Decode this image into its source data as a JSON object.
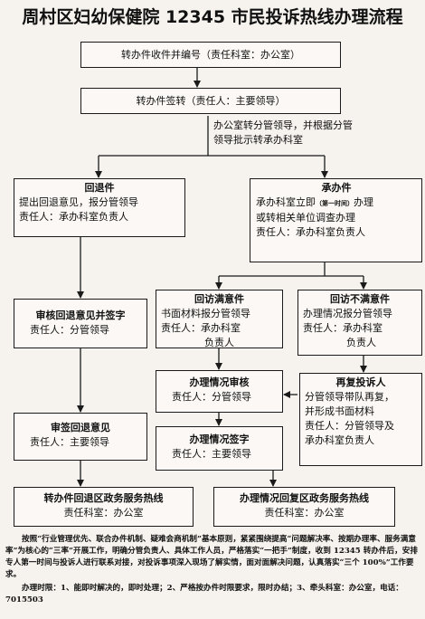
{
  "title": "周村区妇幼保健院 12345 市民投诉热线办理流程",
  "steps": {
    "receive": "转办件收件并编号（责任科室：办公室）",
    "sign": "转办件签转（责任人：主要领导）",
    "forward": [
      "办公室转分管领导，并根据分管",
      "领导批示转承办科室"
    ],
    "return_item": {
      "heading": "回退件",
      "lines": [
        "提出回退意见，报分管领导",
        "责任人：承办科室负责人"
      ]
    },
    "handle_item": {
      "heading": "承办件",
      "line1_pre": "承办科室立即",
      "line1_small": "（第一时间）",
      "line1_post": "办理",
      "lines": [
        "或转相关单位调查办理",
        "责任人：承办科室负责人"
      ]
    },
    "review_return": {
      "heading": "审核回退意见并签字",
      "line": "责任人：分管领导"
    },
    "satisfied": {
      "heading": "回访满意件",
      "lines": [
        "书面材料报分管领导",
        "责任人：承办科室",
        "负责人"
      ]
    },
    "unsatisfied": {
      "heading": "回访不满意件",
      "lines": [
        "办理情况报分管领导",
        "责任人：承办科室",
        "负责人"
      ]
    },
    "handle_review": {
      "heading": "办理情况审核",
      "line": "责任人：分管领导"
    },
    "revisit": {
      "heading": "再复投诉人",
      "lines": [
        "分管领导带队再复，",
        "并形成书面材料",
        "责任人：分管领导及",
        "承办科室负责人"
      ]
    },
    "cosign_return": {
      "heading": "审签回退意见",
      "line": "责任人：主要领导"
    },
    "handle_sign": {
      "heading": "办理情况签字",
      "line": "责任人：主要领导"
    },
    "return_hotline": {
      "heading": "转办件回退区政务服务热线",
      "line": "责任科室：办公室"
    },
    "reply_hotline": {
      "heading": "办理情况回复区政务服务热线",
      "line": "责任科室：办公室"
    }
  },
  "footer": {
    "para1": "按照“行业管理优先、联合办件机制、疑难会商机制”基本原则，紧紧围绕提高“问题解决率、按期办理率、服务满意率”为核心的“三率”开展工作，明确分管负责人、具体工作人员，严格落实“一把手”制度，收到 12345 转办件后，安排专人第一时间与投诉人进行联系对接，对投诉事项深入现场了解实情，面对面解决问题，认真落实“三个 100%”工作要求。",
    "para2": "办理时限：1、能即时解决的，即时处理；2、严格按办件时限要求，限时办结；3、牵头科室：办公室，电话：7015503"
  }
}
